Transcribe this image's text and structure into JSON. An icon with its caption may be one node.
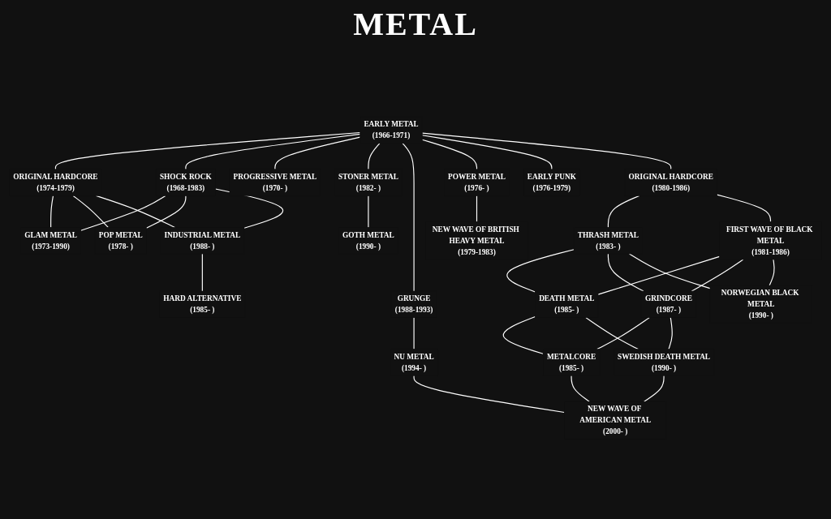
{
  "diagram": {
    "title": "METAL",
    "nodes": [
      {
        "text": [
          "EARLY METAL",
          "(1966-1971)"
        ]
      },
      {
        "text": [
          "ORIGINAL HARDCORE",
          "(1974-1979)"
        ]
      },
      {
        "text": [
          "SHOCK ROCK",
          "(1968-1983)"
        ]
      },
      {
        "text": [
          "POWER METAL",
          "(1976- )"
        ]
      },
      {
        "text": [
          "EARLY PUNK",
          "(1976-1979)"
        ]
      },
      {
        "text": [
          "ORIGINAL HARDCORE",
          "(1980-1986)"
        ]
      },
      {
        "text": [
          "GLAM METAL",
          "(1973-1990)"
        ]
      },
      {
        "text": [
          "POP METAL",
          "(1978- )"
        ]
      },
      {
        "text": [
          "PROGRESSIVE METAL",
          "(1970- )"
        ]
      },
      {
        "text": [
          "NEW WAVE OF BRITISH HEAVY METAL",
          "(1979-1983)"
        ]
      },
      {
        "text": [
          "THRASH METAL",
          "(1983- )"
        ]
      },
      {
        "text": [
          "FIRST WAVE OF BLACK METAL",
          "(1981-1986)"
        ]
      },
      {
        "text": [
          "INDUSTRIAL METAL",
          "(1988- )"
        ]
      },
      {
        "text": [
          "STONER METAL",
          "(1982- )"
        ]
      },
      {
        "text": [
          "GRUNGE",
          "(1988-1993)"
        ]
      },
      {
        "text": [
          "DEATH METAL",
          "(1985- )"
        ]
      },
      {
        "text": [
          "GRINDCORE",
          "(1987- )"
        ]
      },
      {
        "text": [
          "NORWEGIAN BLACK METAL",
          "(1990- )"
        ]
      },
      {
        "text": [
          "GOTH METAL",
          "(1990- )"
        ]
      },
      {
        "text": [
          "NU METAL",
          "(1994- )"
        ]
      },
      {
        "text": [
          "METALCORE",
          "(1985- )"
        ]
      },
      {
        "text": [
          "SWEDISH DEATH METAL",
          "(1990- )"
        ]
      },
      {
        "text": [
          "HARD ALTERNATIVE",
          "(1985- )"
        ]
      },
      {
        "text": [
          "NEW WAVE OF AMERICAN METAL",
          "(2000- )"
        ]
      }
    ],
    "edges": [
      {
        "from": 0,
        "to": 1,
        "arrow": "none"
      },
      {
        "from": 0,
        "to": 2,
        "arrow": "none"
      },
      {
        "from": 0,
        "to": 8,
        "arrow": "none"
      },
      {
        "from": 0,
        "to": 13,
        "arrow": "none"
      },
      {
        "from": 0,
        "to": 14,
        "arrow": "none"
      },
      {
        "from": 0,
        "to": 3,
        "arrow": "none"
      },
      {
        "from": 0,
        "to": 4,
        "arrow": "none"
      },
      {
        "from": 0,
        "to": 5,
        "arrow": "none"
      },
      {
        "from": 1,
        "to": 6,
        "arrow": "none"
      },
      {
        "from": 1,
        "to": 7,
        "arrow": "none"
      },
      {
        "from": 1,
        "to": 12,
        "arrow": "none"
      },
      {
        "from": 2,
        "to": 6,
        "arrow": "none"
      },
      {
        "from": 2,
        "to": 7,
        "arrow": "none"
      },
      {
        "from": 2,
        "to": 12,
        "arrow": "none"
      },
      {
        "from": 12,
        "to": 22,
        "arrow": "none"
      },
      {
        "from": 13,
        "to": 18,
        "arrow": "none"
      },
      {
        "from": 14,
        "to": 19,
        "arrow": "none"
      },
      {
        "from": 19,
        "to": 23,
        "arrow": "none"
      },
      {
        "from": 3,
        "to": 9,
        "arrow": "none"
      },
      {
        "from": 5,
        "to": 10,
        "arrow": "none"
      },
      {
        "from": 5,
        "to": 11,
        "arrow": "none"
      },
      {
        "from": 10,
        "to": 15,
        "arrow": "none"
      },
      {
        "from": 10,
        "to": 16,
        "arrow": "none"
      },
      {
        "from": 10,
        "to": 17,
        "arrow": "none"
      },
      {
        "from": 11,
        "to": 15,
        "arrow": "none"
      },
      {
        "from": 11,
        "to": 16,
        "arrow": "none"
      },
      {
        "from": 11,
        "to": 17,
        "arrow": "none"
      },
      {
        "from": 15,
        "to": 20,
        "arrow": "none"
      },
      {
        "from": 15,
        "to": 21,
        "arrow": "none"
      },
      {
        "from": 16,
        "to": 20,
        "arrow": "none"
      },
      {
        "from": 16,
        "to": 21,
        "arrow": "none"
      },
      {
        "from": 20,
        "to": 23,
        "arrow": "none"
      },
      {
        "from": 21,
        "to": 23,
        "arrow": "none"
      }
    ]
  }
}
